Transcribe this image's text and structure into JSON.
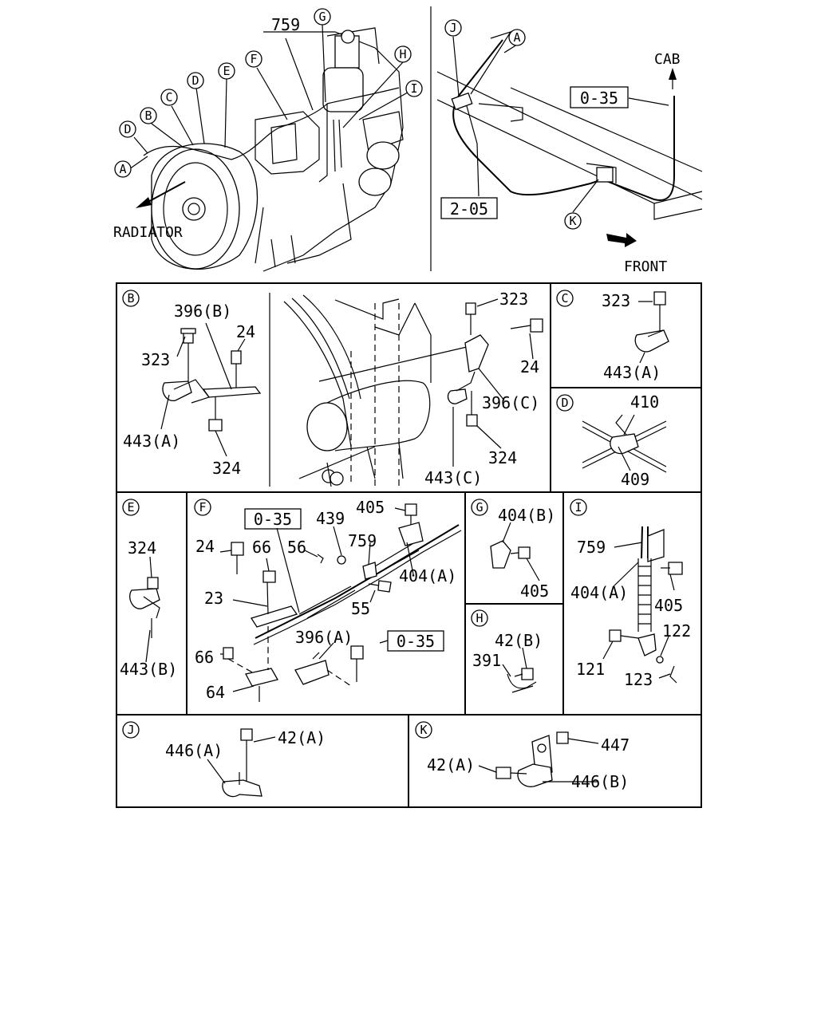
{
  "top_left": {
    "radiator_label": "RADIATOR",
    "callouts": [
      "A",
      "D",
      "B",
      "C",
      "D",
      "E",
      "F",
      "G",
      "H",
      "I"
    ],
    "part_759": "759"
  },
  "top_right": {
    "cab_label": "CAB",
    "front_label": "FRONT",
    "ref_0_35": "0-35",
    "ref_2_05": "2-05",
    "callout_j": "J",
    "callout_a": "A",
    "callout_k": "K"
  },
  "panel_b": {
    "letter": "B",
    "l_396b": "396(B)",
    "l_24": "24",
    "l_323": "323",
    "l_443a": "443(A)",
    "l_324": "324",
    "r_323": "323",
    "r_24": "24",
    "r_396c": "396(C)",
    "r_324": "324",
    "r_443c": "443(C)"
  },
  "panel_c": {
    "letter": "C",
    "l_323": "323",
    "l_443a": "443(A)"
  },
  "panel_d": {
    "letter": "D",
    "l_410": "410",
    "l_409": "409"
  },
  "panel_e": {
    "letter": "E",
    "l_324": "324",
    "l_443b": "443(B)"
  },
  "panel_f": {
    "letter": "F",
    "ref1": "0-35",
    "ref2": "0-35",
    "l_439": "439",
    "l_405": "405",
    "l_24": "24",
    "l_66a": "66",
    "l_56": "56",
    "l_759": "759",
    "l_404a": "404(A)",
    "l_23": "23",
    "l_55": "55",
    "l_66b": "66",
    "l_396a": "396(A)",
    "l_64": "64"
  },
  "panel_g": {
    "letter": "G",
    "l_404b": "404(B)",
    "l_405": "405"
  },
  "panel_h": {
    "letter": "H",
    "l_42b": "42(B)",
    "l_391": "391"
  },
  "panel_i": {
    "letter": "I",
    "l_759": "759",
    "l_404a": "404(A)",
    "l_405": "405",
    "l_122": "122",
    "l_121": "121",
    "l_123": "123"
  },
  "panel_j": {
    "letter": "J",
    "l_446a": "446(A)",
    "l_42a": "42(A)"
  },
  "panel_k": {
    "letter": "K",
    "l_447": "447",
    "l_42a": "42(A)",
    "l_446b": "446(B)"
  }
}
